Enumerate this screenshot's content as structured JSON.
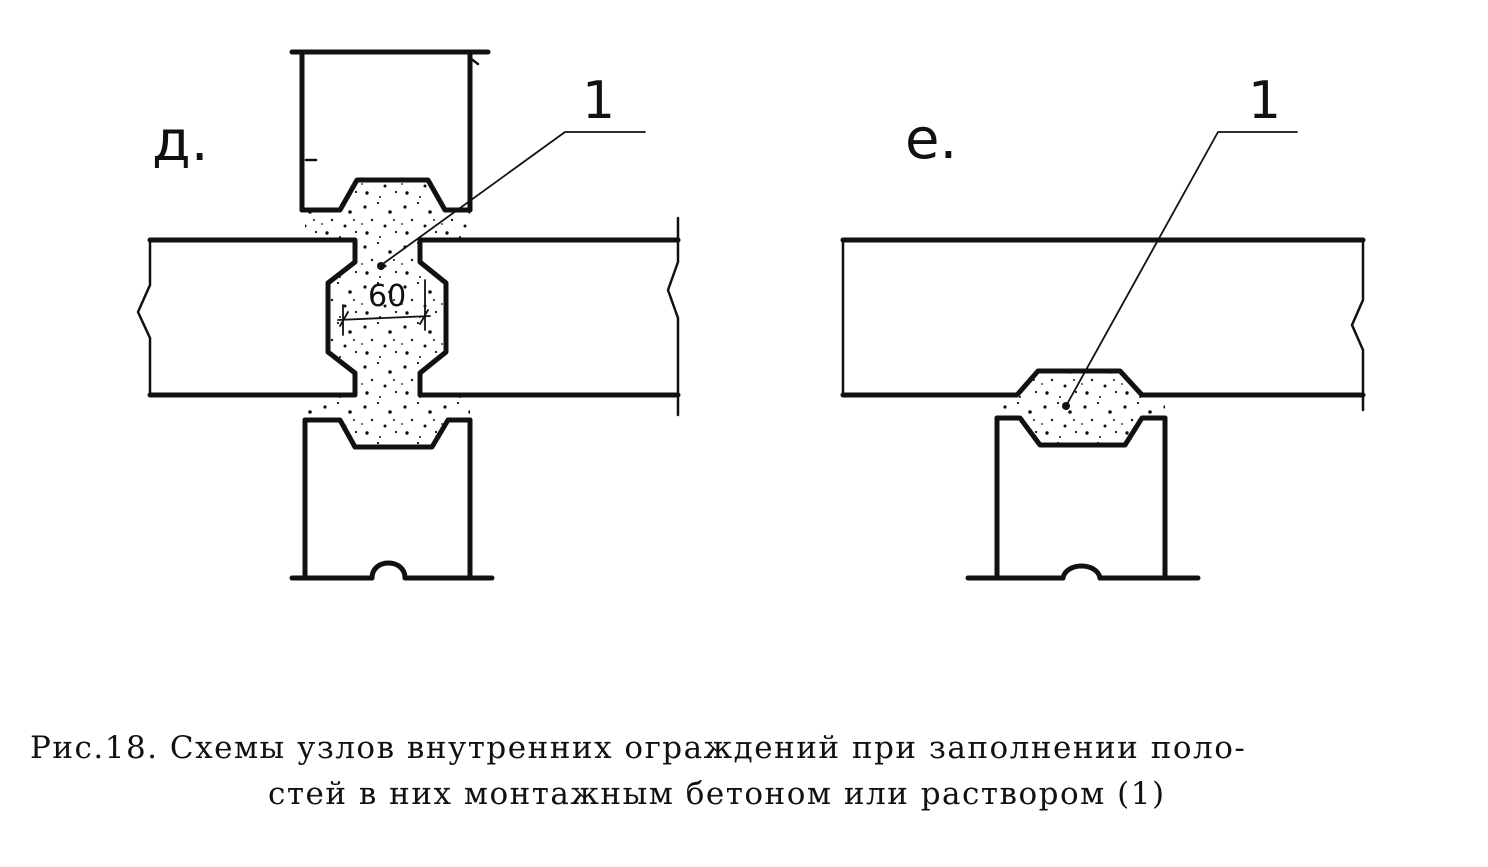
{
  "diagram": {
    "left": {
      "letter": "д.",
      "callout": "1",
      "dimension": "60"
    },
    "right": {
      "letter": "е.",
      "callout": "1"
    }
  },
  "caption": {
    "line1": "Рис.18. Схемы узлов внутренних ограждений при заполнении   поло-",
    "line2": "стей в них монтажным бетоном или раствором (1)"
  }
}
